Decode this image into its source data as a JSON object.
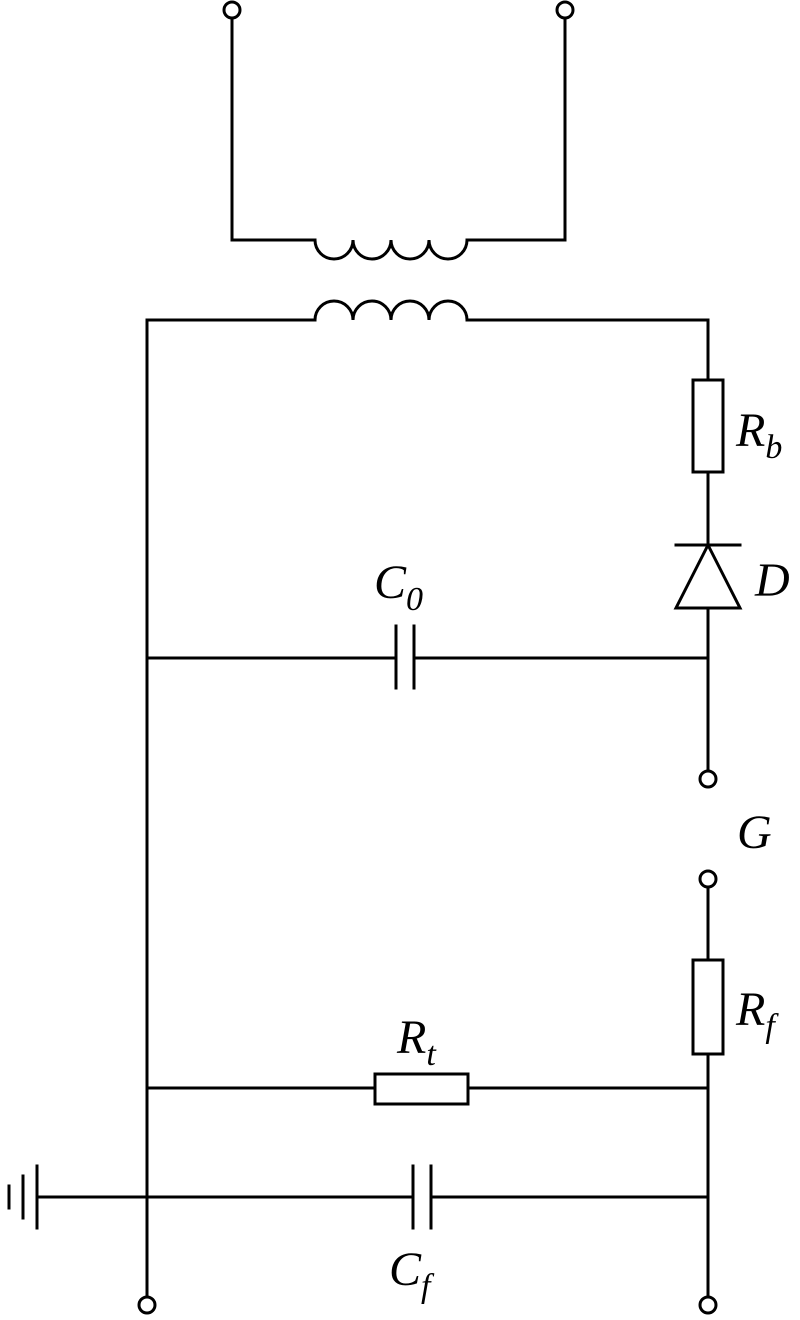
{
  "diagram": {
    "components": {
      "Rb": {
        "symbol": "R",
        "subscript": "b"
      },
      "D": {
        "symbol": "D",
        "subscript": ""
      },
      "C0": {
        "symbol": "C",
        "subscript": "0"
      },
      "G": {
        "symbol": "G",
        "subscript": ""
      },
      "Rf": {
        "symbol": "R",
        "subscript": "f"
      },
      "Rt": {
        "symbol": "R",
        "subscript": "t"
      },
      "Cf": {
        "symbol": "C",
        "subscript": "f"
      }
    }
  }
}
